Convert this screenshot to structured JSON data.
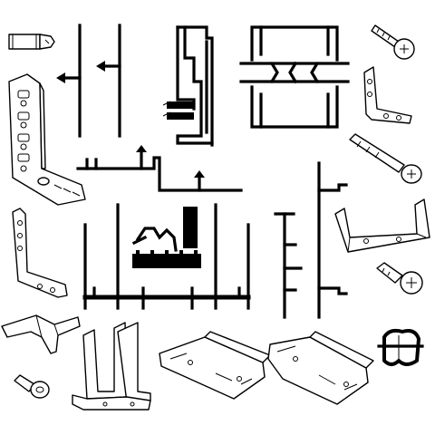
{
  "title": "",
  "parts": [
    {
      "name": "set-screw",
      "icon": "set-screw-icon"
    },
    {
      "name": "t-profile-left",
      "icon": "profile-icon"
    },
    {
      "name": "t-profile-right",
      "icon": "profile-icon"
    },
    {
      "name": "door-frame-profile",
      "icon": "profile-icon"
    },
    {
      "name": "double-channel-profile",
      "icon": "profile-icon"
    },
    {
      "name": "long-screw",
      "icon": "screw-icon"
    },
    {
      "name": "angle-bracket-large",
      "icon": "bracket-icon"
    },
    {
      "name": "angle-bracket-small",
      "icon": "bracket-icon"
    },
    {
      "name": "anchor-screw",
      "icon": "screw-icon"
    },
    {
      "name": "base-rail-profile",
      "icon": "profile-icon"
    },
    {
      "name": "vertical-profile",
      "icon": "profile-icon"
    },
    {
      "name": "u-bracket",
      "icon": "bracket-icon"
    },
    {
      "name": "l-bracket",
      "icon": "bracket-icon"
    },
    {
      "name": "track-profile",
      "icon": "profile-icon"
    },
    {
      "name": "j-profile",
      "icon": "profile-icon"
    },
    {
      "name": "short-screw",
      "icon": "screw-icon"
    },
    {
      "name": "saddle-clip",
      "icon": "clip-icon"
    },
    {
      "name": "post-bracket",
      "icon": "bracket-icon"
    },
    {
      "name": "mounting-plate-left",
      "icon": "plate-icon"
    },
    {
      "name": "mounting-plate-right",
      "icon": "plate-icon"
    },
    {
      "name": "rubber-seal",
      "icon": "seal-icon"
    },
    {
      "name": "small-screw",
      "icon": "screw-icon"
    }
  ]
}
